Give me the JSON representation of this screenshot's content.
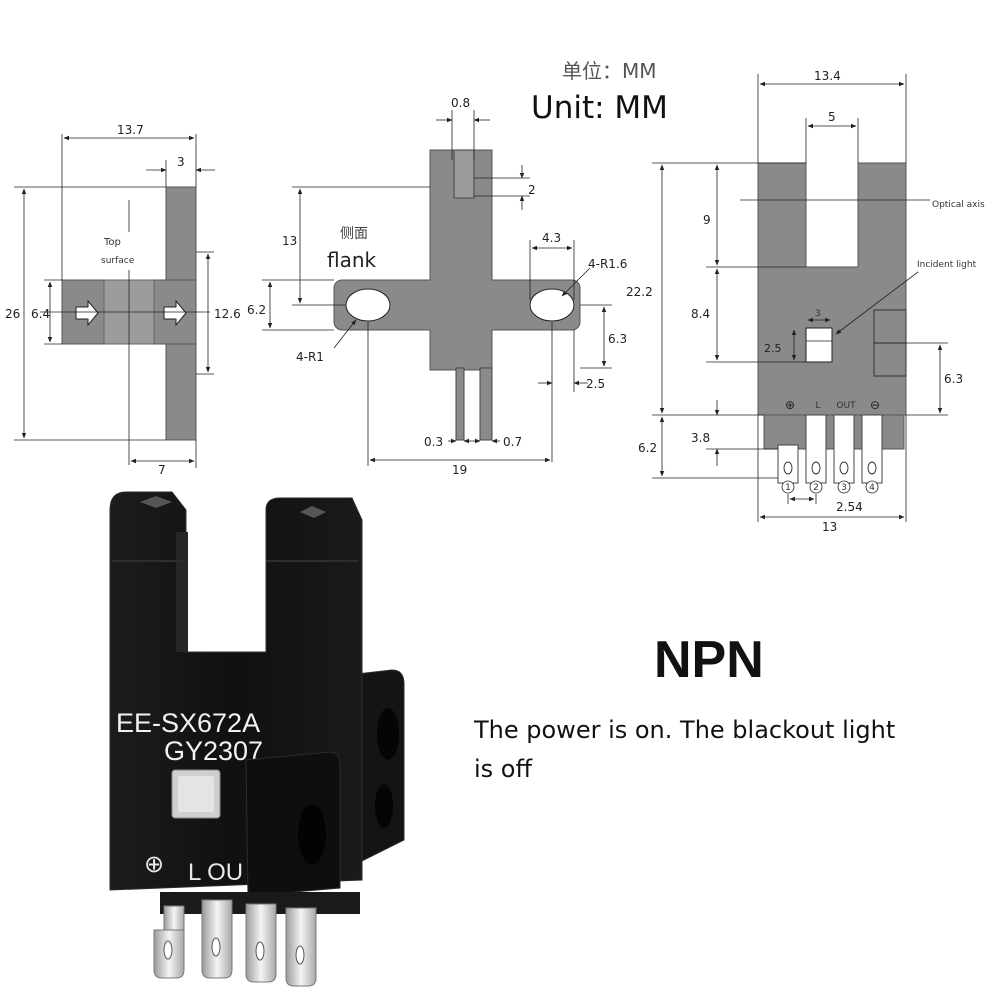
{
  "unit": {
    "ghost": "单位：MM",
    "label": "Unit: MM"
  },
  "view_top": {
    "width": "13.7",
    "depth": "3",
    "height": "26",
    "slot_h": "6.4",
    "side_h": "12.6",
    "base": "7",
    "label_line1": "Top",
    "label_line2": "surface"
  },
  "view_flank": {
    "slit": "0.8",
    "slit_gap": "2",
    "top_h": "13",
    "mid_h": "6.2",
    "hole_w": "4.3",
    "radius_big": "4-R1.6",
    "radius_small": "4-R1",
    "offset": "6.3",
    "gap": "2.5",
    "pin_a": "0.3",
    "pin_b": "0.7",
    "span": "19",
    "ghost": "侧面",
    "label": "flank"
  },
  "view_front": {
    "width": "13.4",
    "slot_w": "5",
    "slot_d": "9",
    "emit_h": "8.4",
    "total_h": "22.2",
    "window_w": "3",
    "window_h": "2.5",
    "side_h": "6.3",
    "pin_zone": "6.2",
    "pin_len": "3.8",
    "pitch": "2.54",
    "base_w": "13",
    "optical_axis": "Optical axis",
    "incident_light": "Incident light",
    "pins": [
      "⊕",
      "L",
      "OUT",
      "⊖"
    ],
    "pin_numbers": [
      "1",
      "2",
      "3",
      "4"
    ]
  },
  "product": {
    "model": "EE-SX672A",
    "batch": "GY2307",
    "plus": "⊕",
    "marking": "L OU"
  },
  "spec": {
    "type": "NPN",
    "line1": "The power is on. The blackout light",
    "line2": "is off"
  }
}
